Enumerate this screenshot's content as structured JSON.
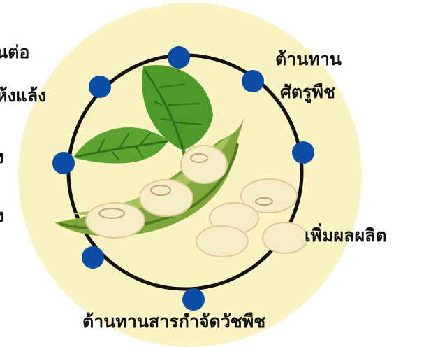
{
  "colors": {
    "background_disc": "#fbf2c4",
    "ring": "#111111",
    "node": "#0c4ea6",
    "leaf": "#4d9a2a",
    "leaf_dark": "#2f6f1a",
    "pod": "#7fa83a",
    "pod_dark": "#4f7a22",
    "bean": "#f6ecc6",
    "bean_shadow": "#d9c99a"
  },
  "labels": {
    "top_left_line1": "นต่อ",
    "top_left_line2": "ห้งแล้ง",
    "mid_left_line1": "ง",
    "mid_left_line2": "ง",
    "top_right_line1": "ต้านทาน",
    "top_right_line2": "ศัตรูพืช",
    "right": "เพิ่มผลผลิต",
    "bottom": "ต้านทานสารกำจัดวัชพืช"
  },
  "icons": {
    "center": "soybean-pod-illustration",
    "nodes": "blue-circle-node"
  }
}
